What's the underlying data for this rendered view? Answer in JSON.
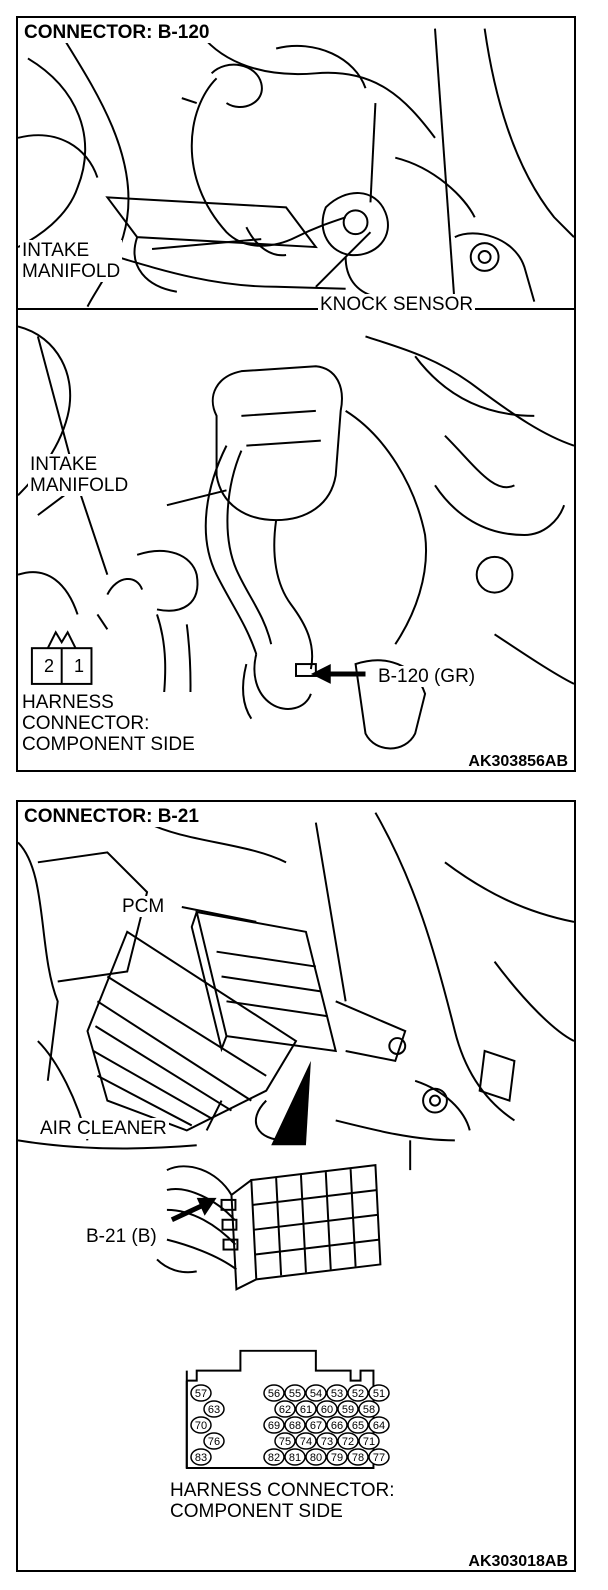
{
  "panel_top": {
    "title": "CONNECTOR: B-120",
    "labels": {
      "intake_manifold_1": "INTAKE\nMANIFOLD",
      "knock_sensor": "KNOCK SENSOR",
      "intake_manifold_2": "INTAKE\nMANIFOLD",
      "connector_ref": "B-120 (GR)",
      "harness_connector": "HARNESS\nCONNECTOR:\nCOMPONENT SIDE",
      "code": "AK303856AB"
    },
    "pins": [
      "2",
      "1"
    ]
  },
  "panel_bottom": {
    "title": "CONNECTOR: B-21",
    "labels": {
      "pcm": "PCM",
      "air_cleaner": "AIR CLEANER",
      "connector_ref": "B-21 (B)",
      "harness_connector": "HARNESS CONNECTOR:\nCOMPONENT SIDE",
      "code": "AK303018AB"
    },
    "pin_rows": [
      [
        "57",
        "56",
        "55",
        "54",
        "53",
        "52",
        "51"
      ],
      [
        "63",
        "62",
        "61",
        "60",
        "59",
        "58"
      ],
      [
        "70",
        "69",
        "68",
        "67",
        "66",
        "65",
        "64"
      ],
      [
        "76",
        "75",
        "74",
        "73",
        "72",
        "71"
      ],
      [
        "83",
        "82",
        "81",
        "80",
        "79",
        "78",
        "77"
      ]
    ]
  }
}
